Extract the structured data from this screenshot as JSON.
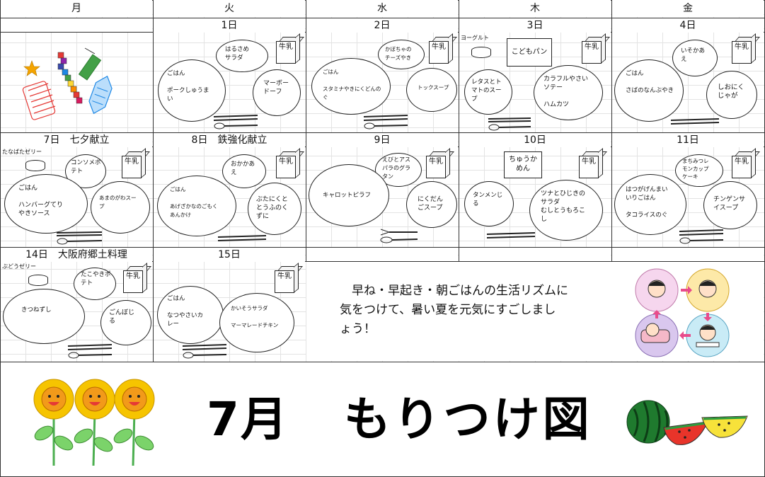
{
  "weekdays": [
    "月",
    "火",
    "水",
    "木",
    "金"
  ],
  "dates": {
    "r1": [
      "1日",
      "2日",
      "3日",
      "4日"
    ],
    "r2": [
      "7日　七夕献立",
      "8日　鉄強化献立",
      "9日",
      "10日",
      "11日"
    ],
    "r3": [
      "14日　大阪府郷土料理",
      "15日"
    ]
  },
  "milk": "牛乳",
  "menus": {
    "d1": {
      "main": "ごはん\n\nポークしゅうま\nい",
      "side1": "はるさめ\nサラダ",
      "side2": "マーボー\nドーフ"
    },
    "d2": {
      "main": "ごはん\n\nスタミナやきにくどんの\nぐ",
      "side1": "かぼちゃの\nチーズやき",
      "side2": "トックスープ"
    },
    "d3": {
      "extra": "ヨーグルト",
      "bread": "こどもパン",
      "main": "カラフルやさい\nソテー\n\nハムカツ",
      "side1": "レタスとト\nマトのスー\nプ"
    },
    "d4": {
      "main": "ごはん\n\nさばのなんぶやき",
      "side1": "いそかあ\nえ",
      "side2": "しおにく\nじゃが"
    },
    "d7": {
      "extra": "たなばたゼリー",
      "main": "ごはん\n\nハンバーグてり\nやきソース",
      "side1": "コンソメポ\nテト",
      "side2": "あまのがわスー\nプ"
    },
    "d8": {
      "main": "ごはん\n\nあげざかなのごもく\nあんかけ",
      "side1": "おかかあ\nえ",
      "side2": "ぶたにくと\nとうふのく\nずに"
    },
    "d9": {
      "main": "キャロットピラフ",
      "side1": "えびとアス\nパラのグラ\nタン",
      "side2": "にくだん\nごスープ"
    },
    "d10": {
      "bowl": "ちゅうか\nめん",
      "main": "ツナとひじきの\nサラダ\nむしとうもろこ\nし",
      "side1": "タンメンじ\nる"
    },
    "d11": {
      "main": "はつがげんまい\nいりごはん\n\nタコライスのぐ",
      "side1": "まちみつレ\nモンカップ\nケーキ",
      "side2": "チンゲンサ\nイスープ"
    },
    "d14": {
      "extra": "ぶどうゼリー",
      "main": "きつねずし",
      "side1": "たこやきポ\nテト",
      "side2": "ごんぼじ\nる"
    },
    "d15": {
      "main": "ごはん\n\nなつやさいカ\nレー",
      "side1": "かいそうサラダ\n\nマーマレードチキン"
    }
  },
  "message": "　早ね・早起き・朝ごはんの生活リズムに\n気をつけて、暑い夏を元気にすごしまし\nょう！",
  "title": {
    "month": "7月",
    "text": "もりつけ図"
  },
  "colors": {
    "grid": "#e3e3e3",
    "line": "#333333",
    "sunflower": "#f6c400",
    "leaf": "#4caf50",
    "watermelon": "#1f7a2e",
    "melonFlesh": "#e8342a",
    "yellowMelon": "#f7e23a"
  }
}
